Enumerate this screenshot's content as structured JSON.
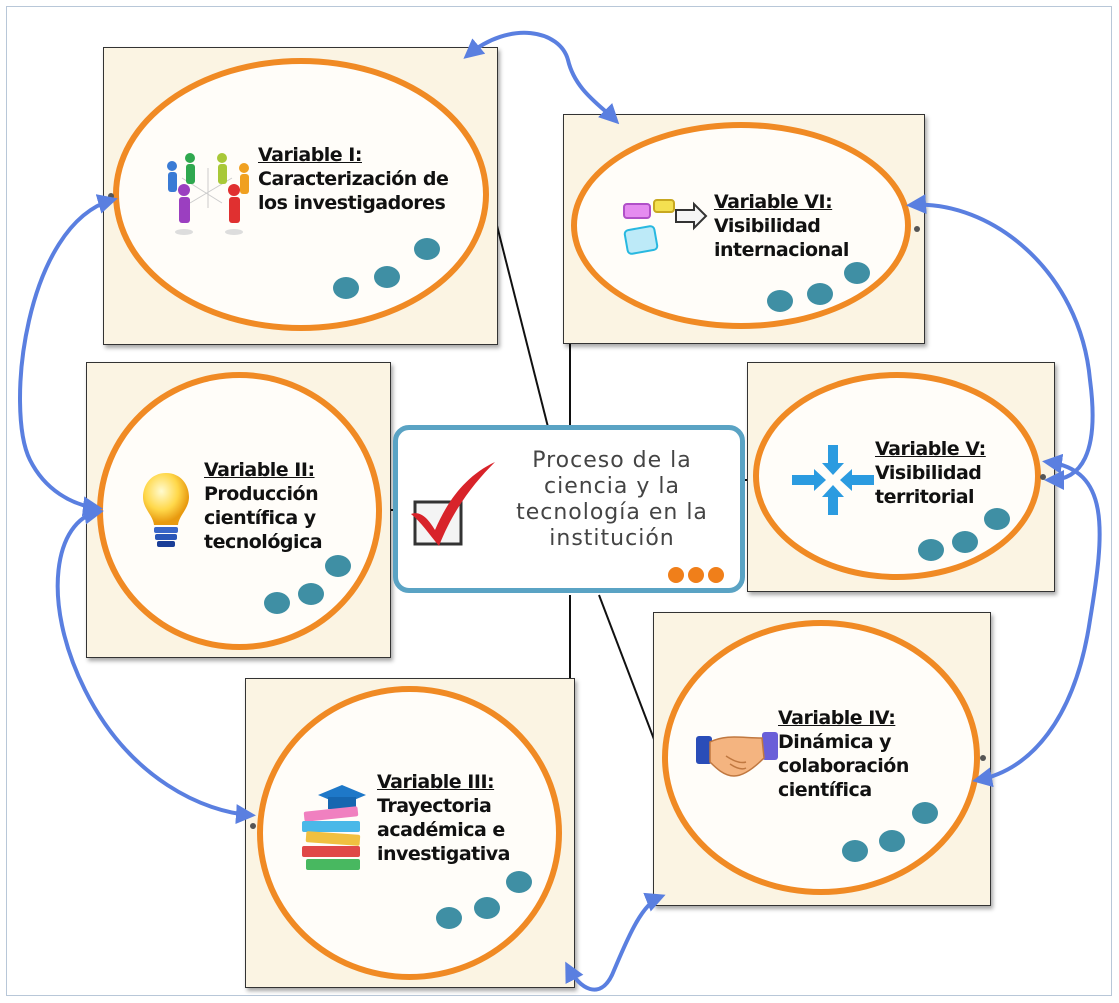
{
  "center": {
    "text": "Proceso de la ciencia y la tecnología en la institución",
    "icon": "checkmark-checkbox-icon"
  },
  "variables": [
    {
      "id": "v1",
      "title": "Variable I:",
      "text": "Caracterización de los investigadores",
      "icon": "people-network-icon"
    },
    {
      "id": "v2",
      "title": "Variable II:",
      "text": "Producción científica y tecnológica",
      "icon": "lightbulb-icon"
    },
    {
      "id": "v3",
      "title": "Variable III:",
      "text": "Trayectoria académica e investigativa",
      "icon": "books-graduation-cap-icon"
    },
    {
      "id": "v4",
      "title": "Variable IV:",
      "text": "Dinámica y colaboración científica",
      "icon": "handshake-icon"
    },
    {
      "id": "v5",
      "title": "Variable V:",
      "text": "Visibilidad territorial",
      "icon": "converging-arrows-icon"
    },
    {
      "id": "v6",
      "title": "Variable VI:",
      "text": "Visibilidad internacional",
      "icon": "folders-arrow-icon"
    }
  ],
  "colors": {
    "oval": "#f08a24",
    "card": "#fbf4e3",
    "arrow": "#5a7fe0",
    "dot": "#3f8fa4",
    "center_border": "#5aa3c4"
  }
}
